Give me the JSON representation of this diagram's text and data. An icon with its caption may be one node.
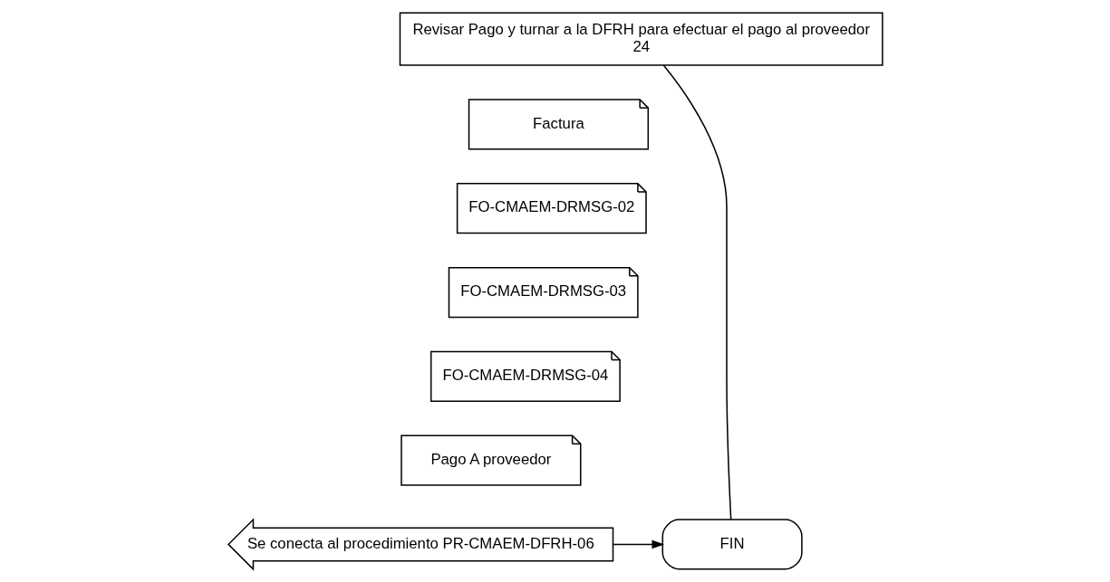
{
  "diagram": {
    "nodes": [
      {
        "text": [
          "Revisar Pago y turnar a la DFRH para efectuar el pago al proveedor",
          "24"
        ]
      },
      {
        "text": [
          "Factura"
        ]
      },
      {
        "text": [
          "FO-CMAEM-DRMSG-02"
        ]
      },
      {
        "text": [
          "FO-CMAEM-DRMSG-03"
        ]
      },
      {
        "text": [
          "FO-CMAEM-DRMSG-04"
        ]
      },
      {
        "text": [
          "Pago A proveedor"
        ]
      },
      {
        "text": [
          "Se conecta al procedimiento PR-CMAEM-DFRH-06"
        ]
      },
      {
        "text": [
          "FIN"
        ]
      }
    ],
    "edges": [
      {
        "from": 0,
        "to": 7,
        "arrow": "none"
      },
      {
        "from": 6,
        "to": 7,
        "arrow": "to"
      }
    ]
  }
}
